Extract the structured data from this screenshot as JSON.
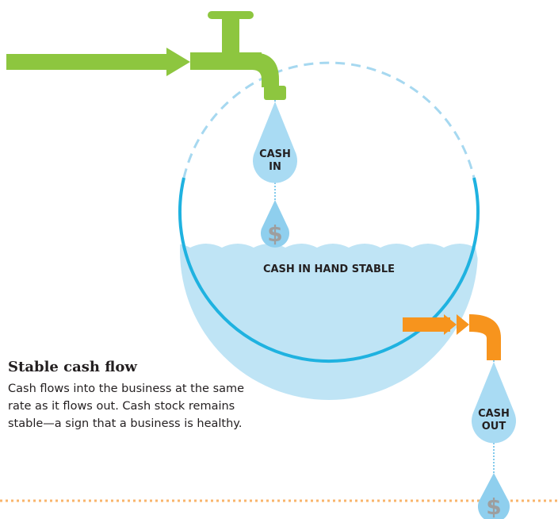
{
  "diagram": {
    "labels": {
      "cash_in": [
        "CASH",
        "IN"
      ],
      "cash_in_hand": "CASH IN HAND STABLE",
      "cash_out": [
        "CASH",
        "OUT"
      ],
      "dollar_symbol": "$"
    },
    "colors": {
      "inflow_pipe": "#8dc63f",
      "outflow_pipe": "#f7941d",
      "tank_outline": "#1fb2e0",
      "water": "#bfe4f5",
      "droplet": "#a9dbf3",
      "dollar": "#9e9e9e",
      "text": "#231f20"
    },
    "tank_level": "stable"
  },
  "caption": {
    "title": "Stable cash flow",
    "body": "Cash flows into the business at the same rate as it flows out. Cash stock remains stable—a sign that a business is healthy."
  }
}
